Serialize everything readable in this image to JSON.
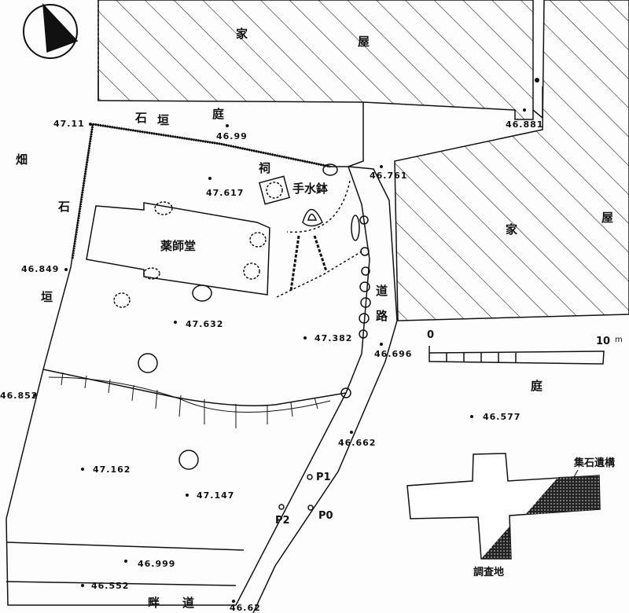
{
  "labels": {
    "house_top_1": "家",
    "house_top_2": "屋",
    "house_right_1": "家",
    "house_right_2": "屋",
    "stone_wall_garden": [
      "石",
      "垣",
      "庭"
    ],
    "field": "畑",
    "stone_wall_left": [
      "石",
      "垣"
    ],
    "shrine": "祠",
    "water_basin": "手水鉢",
    "hall": "薬師堂",
    "road": [
      "道",
      "路"
    ],
    "garden": "庭",
    "ridge_path": [
      "畔",
      "道"
    ],
    "stone_feature": "集石遺構",
    "survey_area": "調査地",
    "points": [
      "P1",
      "P2",
      "P0"
    ]
  },
  "elevations": [
    "47.11",
    "46.99",
    "46.881",
    "47.617",
    "46.761",
    "46.849",
    "47.632",
    "47.382",
    "46.696",
    "46.852",
    "46.577",
    "46.662",
    "47.162",
    "47.147",
    "46.999",
    "46.552",
    "46.62"
  ],
  "scale_bar": {
    "start": "0",
    "end": "10",
    "unit": "m"
  },
  "colors": {
    "ink": "#111111",
    "paper": "#fdfdfd"
  }
}
